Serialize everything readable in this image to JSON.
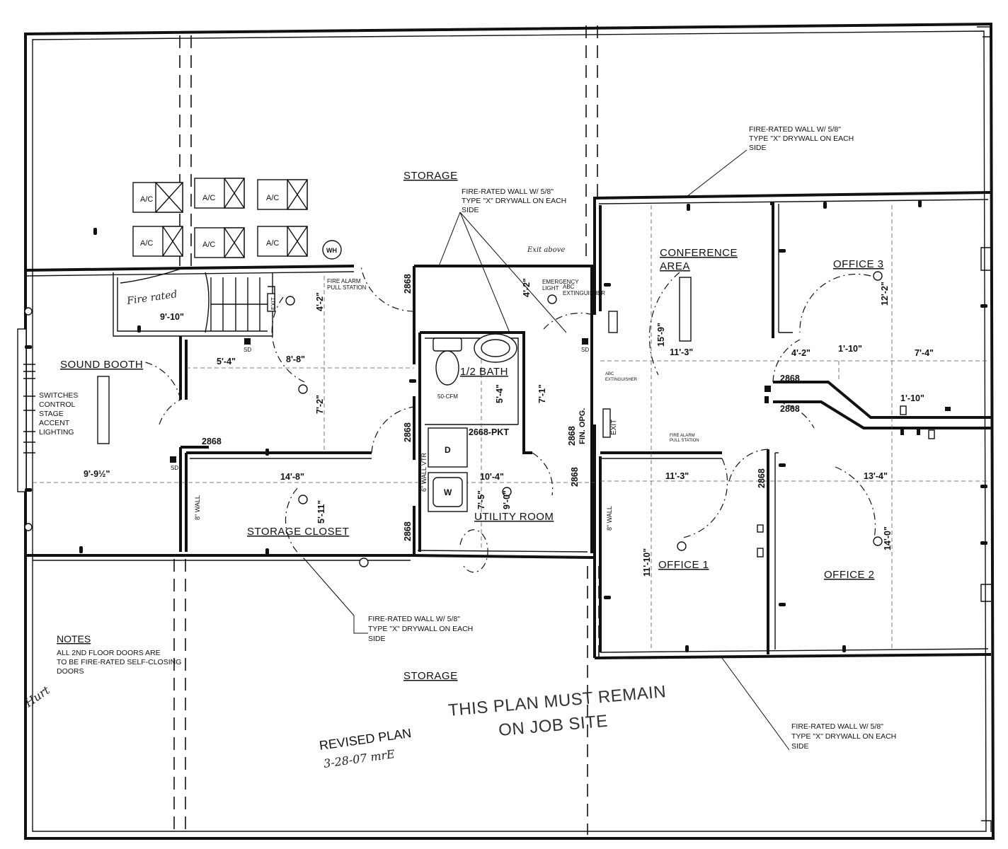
{
  "rooms": {
    "storage_top": "STORAGE",
    "storage_bottom": "STORAGE",
    "sound_booth": "SOUND BOOTH",
    "conference_line1": "CONFERENCE",
    "conference_line2": "AREA",
    "office1": "OFFICE 1",
    "office2": "OFFICE 2",
    "office3": "OFFICE 3",
    "half_bath": "1/2 BATH",
    "utility_room": "UTILITY ROOM",
    "storage_closet": "STORAGE CLOSET"
  },
  "equipment": {
    "ac_label": "A/C",
    "water_heater": "WH",
    "smoke_detector": "SD",
    "exit": "EXIT",
    "dryer": "D",
    "washer": "W"
  },
  "labels": {
    "fire_alarm_line1": "FIRE ALARM",
    "fire_alarm_line2": "PULL STATION",
    "fire_alarm_small_line1": "FIRE ALARM",
    "fire_alarm_small_line2": "PULL STATION",
    "emergency_line1": "EMERGENCY",
    "emergency_line2": "LIGHT",
    "abc_line1": "ABC",
    "abc_line2": "EXTINGUISHER",
    "abc2_line1": "ABC",
    "abc2_line2": "EXTINGUISHER",
    "fan": "50-CFM",
    "wall_8_left": "8\" WALL",
    "wall_8_right": "8\" WALL",
    "wall_6_vtr": "6\" WALL VTR",
    "fin_opg": "FIN. OPG.",
    "switches": [
      "SWITCHES",
      "CONTROL",
      "STAGE",
      "ACCENT",
      "LIGHTING"
    ]
  },
  "fire_rated_note": {
    "top_right": [
      "FIRE-RATED WALL W/ 5/8\"",
      "TYPE \"X\" DRYWALL ON EACH",
      "SIDE"
    ],
    "top_center": [
      "FIRE-RATED WALL W/ 5/8\"",
      "TYPE \"X\" DRYWALL ON EACH",
      "SIDE"
    ],
    "bottom_center": [
      "FIRE-RATED WALL W/ 5/8\"",
      "TYPE \"X\" DRYWALL ON EACH",
      "SIDE"
    ],
    "bottom_right": [
      "FIRE-RATED WALL W/ 5/8\"",
      "TYPE \"X\" DRYWALL ON EACH",
      "SIDE"
    ]
  },
  "notes": {
    "title": "NOTES",
    "lines": [
      "ALL 2ND FLOOR DOORS ARE",
      "TO BE FIRE-RATED SELF-CLOSING",
      "DOORS"
    ]
  },
  "door_codes": {
    "d2868": "2868",
    "pkt": "2668-PKT"
  },
  "dimensions": {
    "d9_10": "9'-10\"",
    "d5_4": "5'-4\"",
    "d8_8": "8'-8\"",
    "d4_2_top": "4'-2\"",
    "d7_2": "7'-2\"",
    "d9_9half": "9'-9½\"",
    "d14_8": "14'-8\"",
    "d5_11": "5'-11\"",
    "d5_4_bath": "5'-4\"",
    "d7_1": "7'-1\"",
    "d10_4": "10'-4\"",
    "d7_5": "7'-5\"",
    "d9_0": "9'-0\"",
    "d4_2_hall": "4'-2\"",
    "d15_9": "15'-9\"",
    "d11_3_conf": "11'-3\"",
    "d4_2_mid": "4'-2\"",
    "d1_10a": "1'-10\"",
    "d7_4": "7'-4\"",
    "d1_10b": "1'-10\"",
    "d12_2": "12'-2\"",
    "d11_3_off": "11'-3\"",
    "d13_4": "13'-4\"",
    "d11_10": "11'-10\"",
    "d14_0": "14'-0\""
  },
  "stamps": {
    "job_site_line1": "THIS PLAN MUST REMAIN",
    "job_site_line2": "ON JOB SITE",
    "revised_line1": "REVISED PLAN",
    "revised_line2": "3-28-07 mrE"
  },
  "handwriting": {
    "fire_rated": "Fire rated",
    "exit_above": "Exit above",
    "initials": "Hurt"
  }
}
